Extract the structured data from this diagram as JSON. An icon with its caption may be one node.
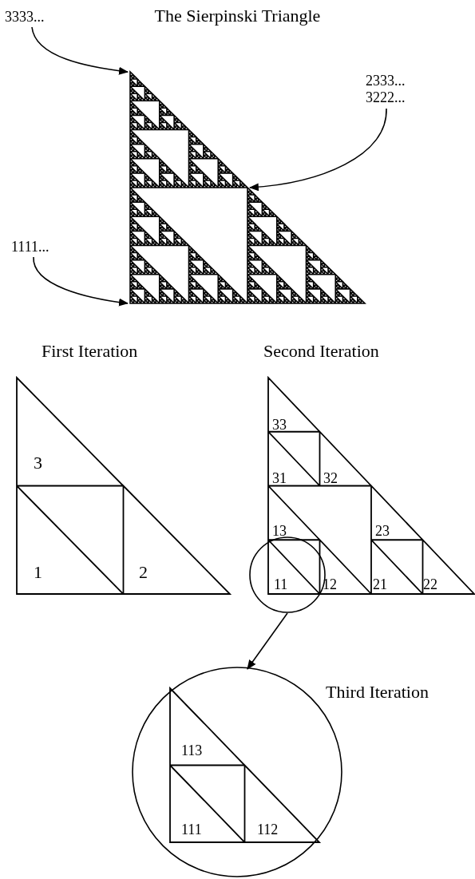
{
  "diagram": {
    "title": "The Sierpinski Triangle",
    "nodes": [
      {
        "text": [
          "3333..."
        ]
      },
      {
        "text": [
          "2333...",
          "3222..."
        ]
      },
      {
        "text": [
          "1111..."
        ]
      },
      {
        "text": [],
        "shape": "picture"
      },
      {
        "text": [],
        "shape": "circle"
      },
      {
        "text": [
          "Third Iteration"
        ]
      }
    ],
    "edges": [
      {
        "from": 0,
        "to": 3,
        "arrow": "to"
      },
      {
        "from": 1,
        "to": 3,
        "arrow": "to"
      },
      {
        "from": 2,
        "to": 3,
        "arrow": "to"
      },
      {
        "from": 4,
        "to": 5,
        "arrow": "to"
      }
    ],
    "labels": [
      "First Iteration",
      "Second Iteration",
      "3",
      "1",
      "2",
      "33",
      "31",
      "32",
      "13",
      "23",
      "11",
      "12",
      "21",
      "22",
      "113",
      "111",
      "112"
    ]
  }
}
